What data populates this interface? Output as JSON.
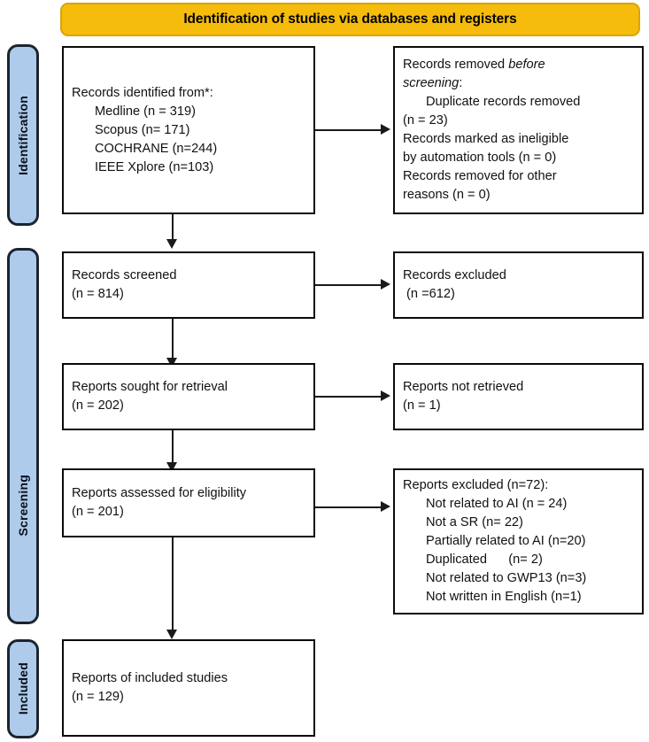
{
  "diagram": {
    "type": "prisma-flow-diagram",
    "banner": {
      "title": "Identification of studies via databases and registers",
      "color": "#F5BC0C"
    },
    "rail_color": "#AECBEB",
    "stages": [
      {
        "key": "identification",
        "label": "Identification"
      },
      {
        "key": "screening",
        "label": "Screening"
      },
      {
        "key": "included",
        "label": "Included"
      }
    ],
    "boxes": {
      "records_identified": {
        "lines": [
          {
            "text": "Records identified from*:",
            "indent": false
          },
          {
            "text": "Medline (n = 319)",
            "indent": true
          },
          {
            "text": "Scopus (n= 171)",
            "indent": true
          },
          {
            "text": "COCHRANE (n=244)",
            "indent": true
          },
          {
            "text": "IEEE Xplore (n=103)",
            "indent": true
          }
        ]
      },
      "records_removed": {
        "lines": [
          {
            "text": "Records removed ",
            "indent": false,
            "italic_tail": "before"
          },
          {
            "text": "screening",
            "indent": false,
            "italic_lead": true,
            "tail": ":"
          },
          {
            "text": "Duplicate records removed",
            "indent": true
          },
          {
            "text": "(n = 23)",
            "indent": false
          },
          {
            "text": "Records marked as ineligible",
            "indent": false
          },
          {
            "text": "by automation tools (n = 0)",
            "indent": false
          },
          {
            "text": "Records removed for other",
            "indent": false
          },
          {
            "text": "reasons (n = 0)",
            "indent": false
          }
        ]
      },
      "records_screened": {
        "lines": [
          {
            "text": "Records screened",
            "indent": false
          },
          {
            "text": "(n = 814)",
            "indent": false
          }
        ]
      },
      "records_excluded": {
        "lines": [
          {
            "text": "Records excluded",
            "indent": false
          },
          {
            "text": " (n =612)",
            "indent": false
          }
        ]
      },
      "reports_sought": {
        "lines": [
          {
            "text": "Reports sought for retrieval",
            "indent": false
          },
          {
            "text": "(n = 202)",
            "indent": false
          }
        ]
      },
      "reports_not_retrieved": {
        "lines": [
          {
            "text": "Reports not retrieved",
            "indent": false
          },
          {
            "text": "(n = 1)",
            "indent": false
          }
        ]
      },
      "reports_assessed": {
        "lines": [
          {
            "text": "Reports assessed for eligibility",
            "indent": false
          },
          {
            "text": "(n = 201)",
            "indent": false
          }
        ]
      },
      "reports_excluded": {
        "lines": [
          {
            "text": "Reports excluded (n=72):",
            "indent": false
          },
          {
            "text": "Not related to AI (n = 24)",
            "indent": true
          },
          {
            "text": "Not a SR (n= 22)",
            "indent": true
          },
          {
            "text": "Partially related to AI (n=20)",
            "indent": true
          },
          {
            "text": "Duplicated      (n= 2)",
            "indent": true
          },
          {
            "text": "Not related to GWP13 (n=3)",
            "indent": true
          },
          {
            "text": "Not written in English (n=1)",
            "indent": true
          }
        ]
      },
      "reports_included": {
        "lines": [
          {
            "text": "Reports of included studies",
            "indent": false
          },
          {
            "text": "(n = 129)",
            "indent": false
          }
        ]
      }
    },
    "counts": {
      "medline": 319,
      "scopus": 171,
      "cochrane": 244,
      "ieee_xplore": 103,
      "duplicates_removed": 23,
      "marked_ineligible_automation": 0,
      "removed_other_reasons": 0,
      "records_screened": 814,
      "records_excluded": 612,
      "reports_sought": 202,
      "reports_not_retrieved": 1,
      "reports_assessed": 201,
      "reports_excluded_total": 72,
      "not_related_to_ai": 24,
      "not_a_sr": 22,
      "partially_related_to_ai": 20,
      "duplicated": 2,
      "not_related_gwp13": 3,
      "not_written_in_english": 1,
      "reports_included": 129
    }
  }
}
